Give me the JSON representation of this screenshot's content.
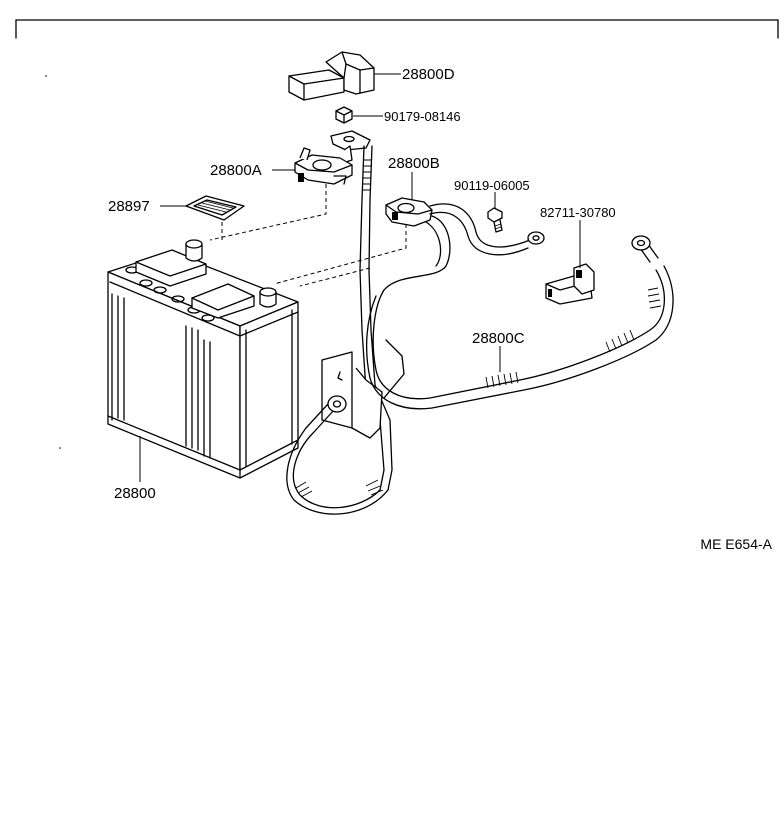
{
  "parts": {
    "p28800D": "28800D",
    "p90179": "90179-08146",
    "p28800A": "28800A",
    "p28800B": "28800B",
    "p90119": "90119-06005",
    "p82711": "82711-30780",
    "p28897": "28897",
    "p28800C": "28800C",
    "p28800": "28800"
  },
  "diagram_code": "ME  E654-A",
  "icons": [
    "battery-icon",
    "terminal-cover-icon",
    "nut-icon",
    "clamp-icon",
    "bolt-icon",
    "bracket-clip-icon",
    "insulator-pad-icon",
    "cable-icon"
  ]
}
